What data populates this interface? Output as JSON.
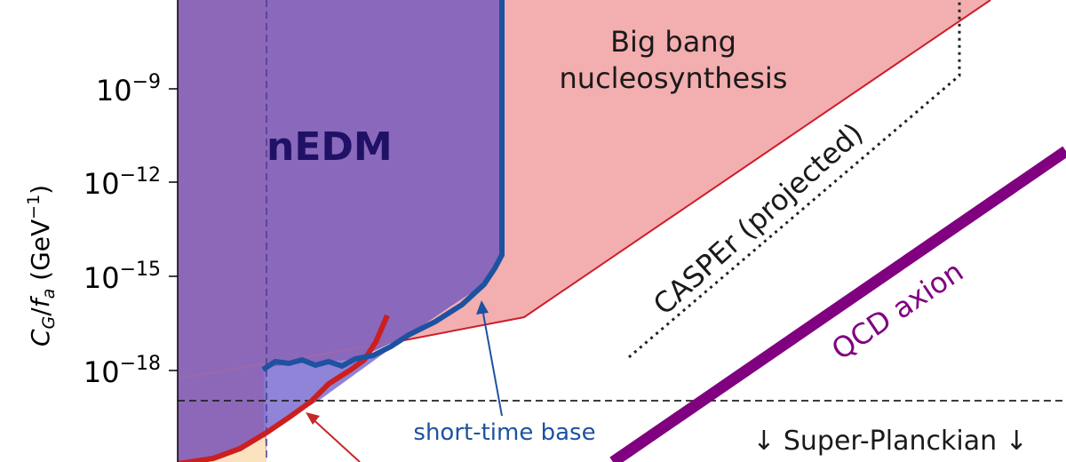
{
  "chart_data": {
    "type": "area",
    "ylabel_main": "C",
    "ylabel_sub1": "G",
    "ylabel_slash": "/",
    "ylabel_f": "f",
    "ylabel_sub2": "a",
    "ylabel_unit_pre": " (GeV",
    "ylabel_unit_exp": "−1",
    "ylabel_unit_post": ")",
    "y_scale": "log",
    "y_ticks": [
      {
        "base": "10",
        "exp": "−9",
        "value": 1e-09
      },
      {
        "base": "10",
        "exp": "−12",
        "value": 1e-12
      },
      {
        "base": "10",
        "exp": "−15",
        "value": 1e-15
      },
      {
        "base": "10",
        "exp": "−18",
        "value": 1e-18
      }
    ],
    "ylim": [
      2e-21,
      1e-06
    ],
    "regions": [
      {
        "label": "nEDM",
        "color": "#8a68bb"
      },
      {
        "label_line1": "Big bang",
        "label_line2": "nucleosynthesis",
        "color": "#f3aeb0",
        "edge_color": "#cc1f2a"
      }
    ],
    "curves": [
      {
        "label": "CASPEr (projected)",
        "style": "dotted",
        "color": "#222222"
      },
      {
        "label": "QCD axion",
        "color": "#800080"
      },
      {
        "label": "short-time base",
        "color": "#1d52a1"
      },
      {
        "label": "↓ Super-Planckian ↓",
        "style": "dashed",
        "color": "#222222",
        "y_value": 1.5e-19
      }
    ]
  }
}
